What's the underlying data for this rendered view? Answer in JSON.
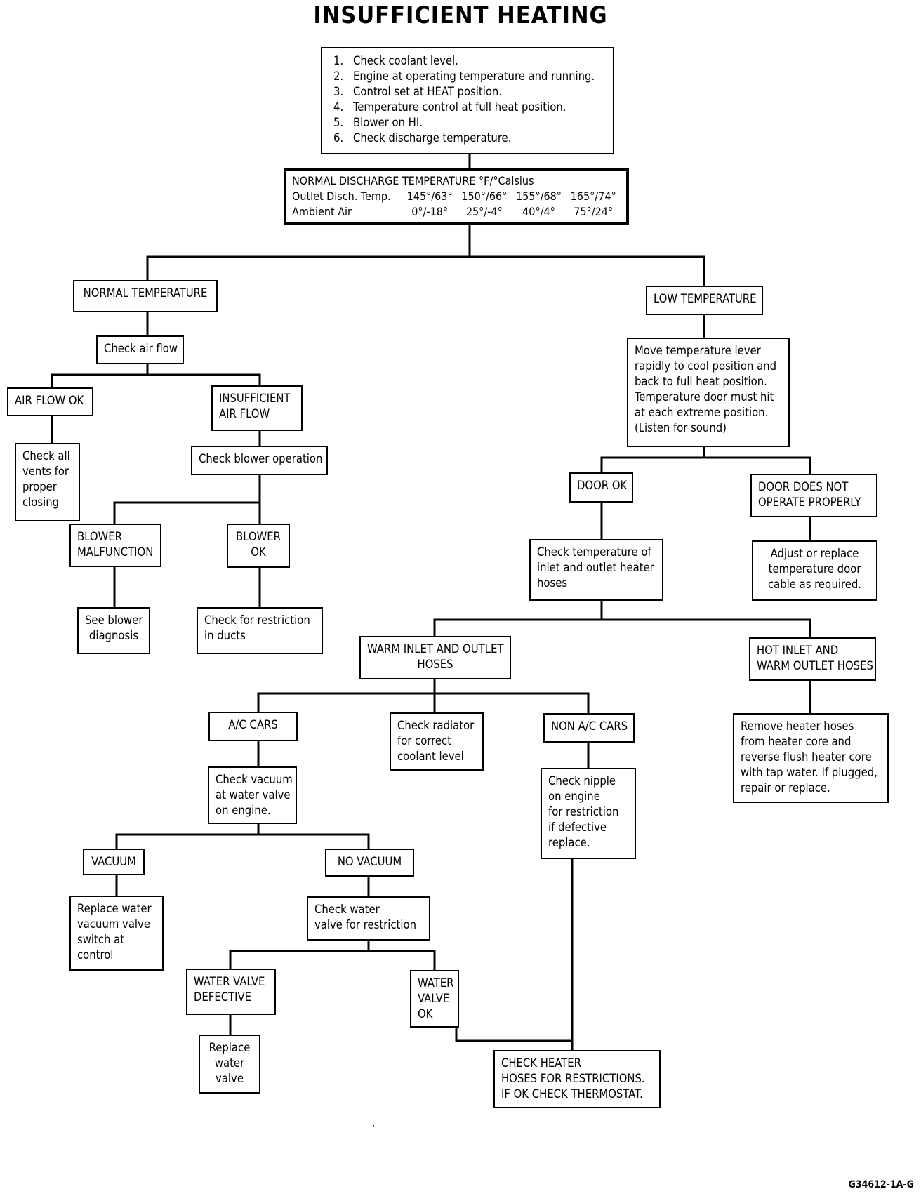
{
  "title": "INSUFFICIENT HEATING",
  "checklist": {
    "items": [
      {
        "num": "1.",
        "text": "Check coolant level."
      },
      {
        "num": "2.",
        "text": "Engine at operating temperature and running."
      },
      {
        "num": "3.",
        "text": "Control set at HEAT position."
      },
      {
        "num": "4.",
        "text": "Temperature control at full heat position."
      },
      {
        "num": "5.",
        "text": "Blower on HI."
      },
      {
        "num": "6.",
        "text": "Check discharge temperature."
      }
    ]
  },
  "temp_table": {
    "header": "NORMAL DISCHARGE TEMPERATURE   °F/°Calsius",
    "rows": [
      {
        "label": "Outlet Disch.  Temp.",
        "values": [
          "145°/63°",
          "150°/66°",
          "155°/68°",
          "165°/74°"
        ]
      },
      {
        "label": "Ambient Air",
        "values": [
          "0°/-18°",
          "25°/-4°",
          "40°/4°",
          "75°/24°"
        ]
      }
    ]
  },
  "nodes": {
    "normal_temp": [
      "NORMAL TEMPERATURE"
    ],
    "check_air_flow": [
      "Check air flow"
    ],
    "air_flow_ok": [
      "AIR FLOW OK"
    ],
    "check_vents": [
      "Check all",
      "vents for",
      "proper",
      "closing"
    ],
    "insufficient_air_flow": [
      "INSUFFICIENT",
      "AIR FLOW"
    ],
    "check_blower": [
      "Check blower operation"
    ],
    "blower_malfunction": [
      "BLOWER",
      "MALFUNCTION"
    ],
    "blower_ok": [
      "BLOWER",
      "OK"
    ],
    "see_blower_diag": [
      "See blower",
      "diagnosis"
    ],
    "check_ducts": [
      "Check for restriction",
      "in ducts"
    ],
    "low_temp": [
      "LOW TEMPERATURE"
    ],
    "move_lever": [
      "Move temperature lever",
      "rapidly to cool position and",
      "back to full heat position.",
      "Temperature door must hit",
      "at each extreme position.",
      "(Listen for sound)"
    ],
    "door_ok": [
      "DOOR OK"
    ],
    "door_not_ok": [
      "DOOR DOES NOT",
      "OPERATE PROPERLY"
    ],
    "check_hose_temp": [
      "Check temperature of",
      "inlet and outlet heater",
      "hoses"
    ],
    "adjust_cable": [
      "Adjust or replace",
      "temperature door",
      "cable as required."
    ],
    "warm_hoses": [
      "WARM INLET AND OUTLET",
      "HOSES"
    ],
    "hot_inlet": [
      "HOT INLET AND",
      "WARM OUTLET HOSES"
    ],
    "ac_cars": [
      "A/C CARS"
    ],
    "check_radiator": [
      "Check radiator",
      "for correct",
      "coolant level"
    ],
    "non_ac_cars": [
      "NON A/C CARS"
    ],
    "remove_hoses": [
      "Remove heater hoses",
      "from heater core and",
      "reverse flush heater core",
      "with tap water.  If plugged,",
      "repair or replace."
    ],
    "check_vacuum": [
      "Check vacuum",
      "at water valve",
      "on engine."
    ],
    "check_nipple": [
      "Check nipple",
      "on engine",
      "for restriction",
      "if defective",
      "replace."
    ],
    "vacuum": [
      "VACUUM"
    ],
    "no_vacuum": [
      "NO VACUUM"
    ],
    "replace_switch": [
      "Replace water",
      "vacuum valve",
      "switch at",
      "control"
    ],
    "check_water_valve": [
      "Check water",
      "valve for restriction"
    ],
    "water_valve_defective": [
      "WATER VALVE",
      "DEFECTIVE"
    ],
    "water_valve_ok": [
      "WATER",
      "VALVE",
      "OK"
    ],
    "replace_water_valve": [
      "Replace",
      "water",
      "valve"
    ],
    "check_heater_hoses": [
      "CHECK HEATER",
      "HOSES FOR RESTRICTIONS.",
      "IF OK CHECK THERMOSTAT."
    ]
  },
  "figure_id": "G34612-1A-G"
}
